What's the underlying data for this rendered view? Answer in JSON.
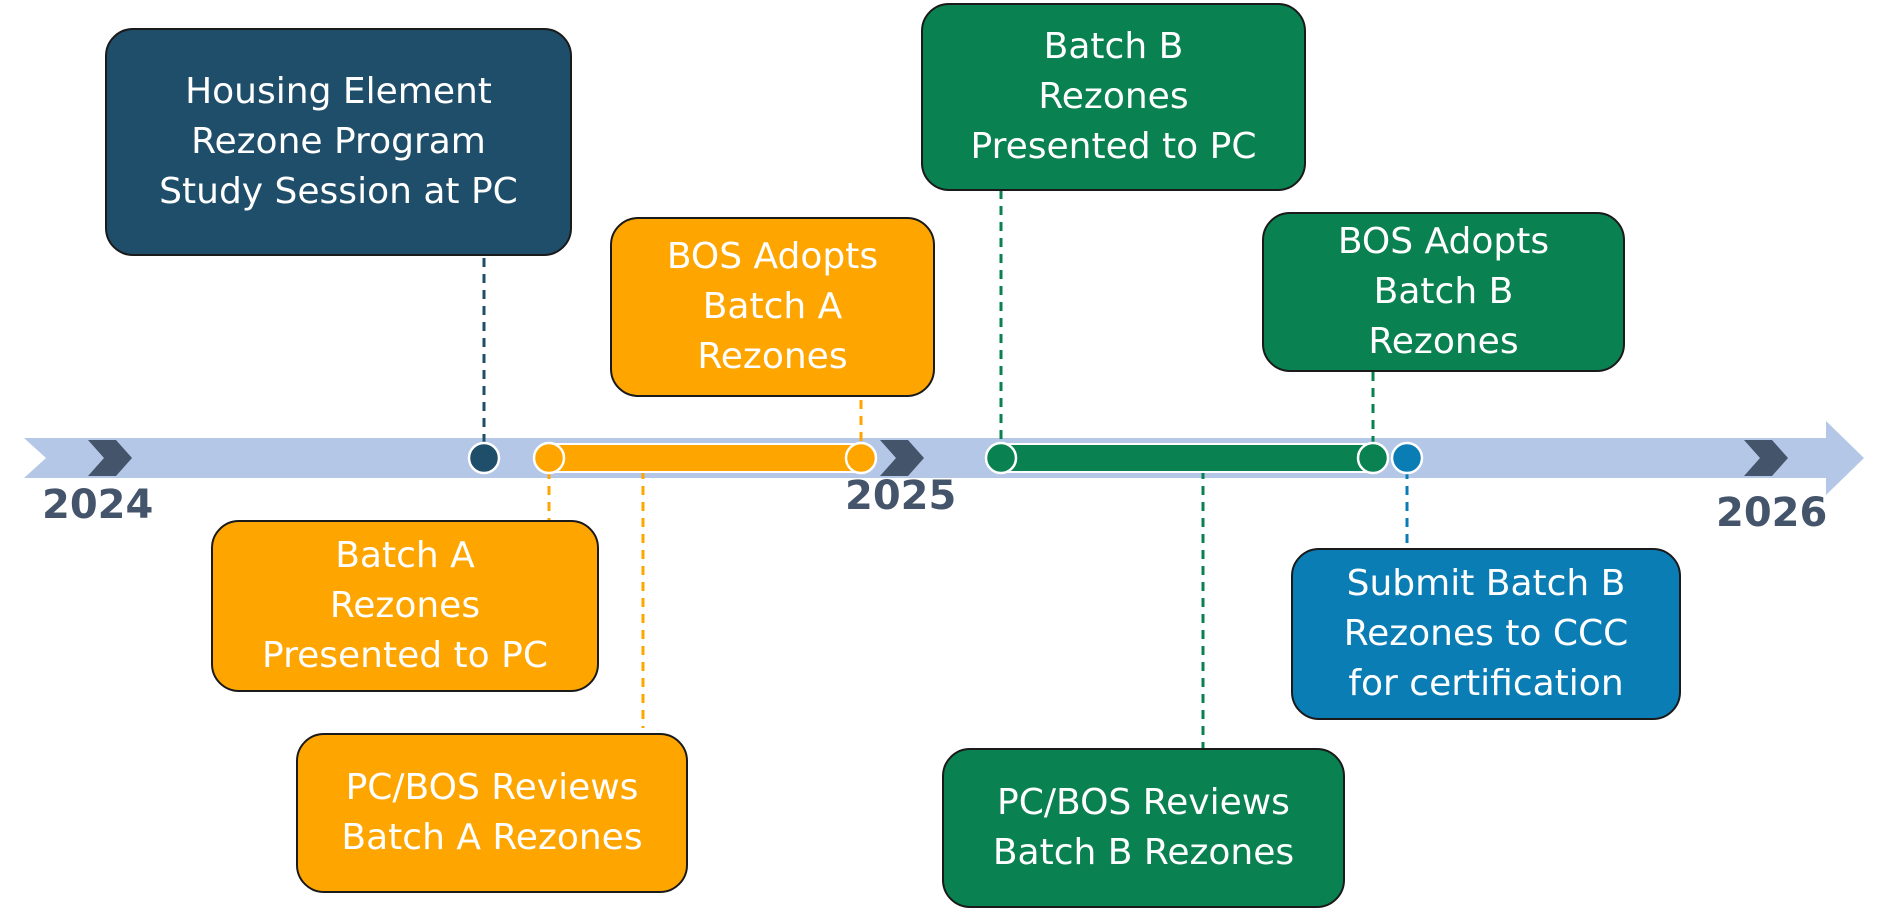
{
  "colors": {
    "arrow": "#b4c7e7",
    "chevron": "#44546a",
    "navy": "#1f4e6a",
    "orange": "#ffa500",
    "green": "#0a8150",
    "blue": "#0a7db5",
    "year_text": "#44546a"
  },
  "years": [
    "2024",
    "2025",
    "2026"
  ],
  "events": [
    {
      "id": "study-session",
      "text": "Housing Element\nRezone Program\nStudy Session at PC",
      "color": "navy"
    },
    {
      "id": "batch-a-presented",
      "text": "Batch A\nRezones\nPresented to PC",
      "color": "orange"
    },
    {
      "id": "batch-a-adopted",
      "text": "BOS Adopts\nBatch A\nRezones",
      "color": "orange"
    },
    {
      "id": "batch-a-reviews",
      "text": "PC/BOS Reviews\nBatch A Rezones",
      "color": "orange"
    },
    {
      "id": "batch-b-presented",
      "text": "Batch B\nRezones\nPresented to PC",
      "color": "green"
    },
    {
      "id": "batch-b-adopted",
      "text": "BOS Adopts\nBatch B\nRezones",
      "color": "green"
    },
    {
      "id": "batch-b-reviews",
      "text": "PC/BOS Reviews\nBatch B Rezones",
      "color": "green"
    },
    {
      "id": "submit-ccc",
      "text": "Submit Batch B\nRezones to CCC\nfor certification",
      "color": "blue"
    }
  ]
}
